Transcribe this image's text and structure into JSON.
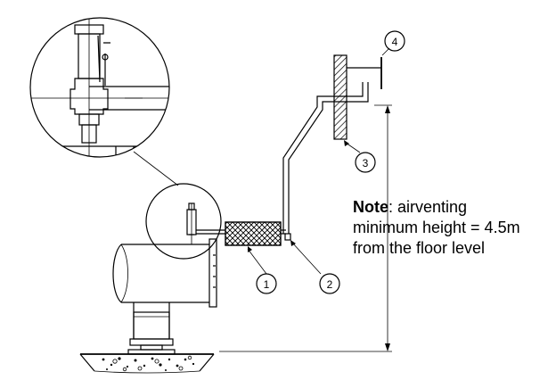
{
  "callouts": {
    "c1": "1",
    "c2": "2",
    "c3": "3",
    "c4": "4"
  },
  "note": {
    "label": "Note",
    "separator": ":",
    "line1": " airventing",
    "line2": "minimum height = 4.5m",
    "line3": "from the floor level"
  }
}
